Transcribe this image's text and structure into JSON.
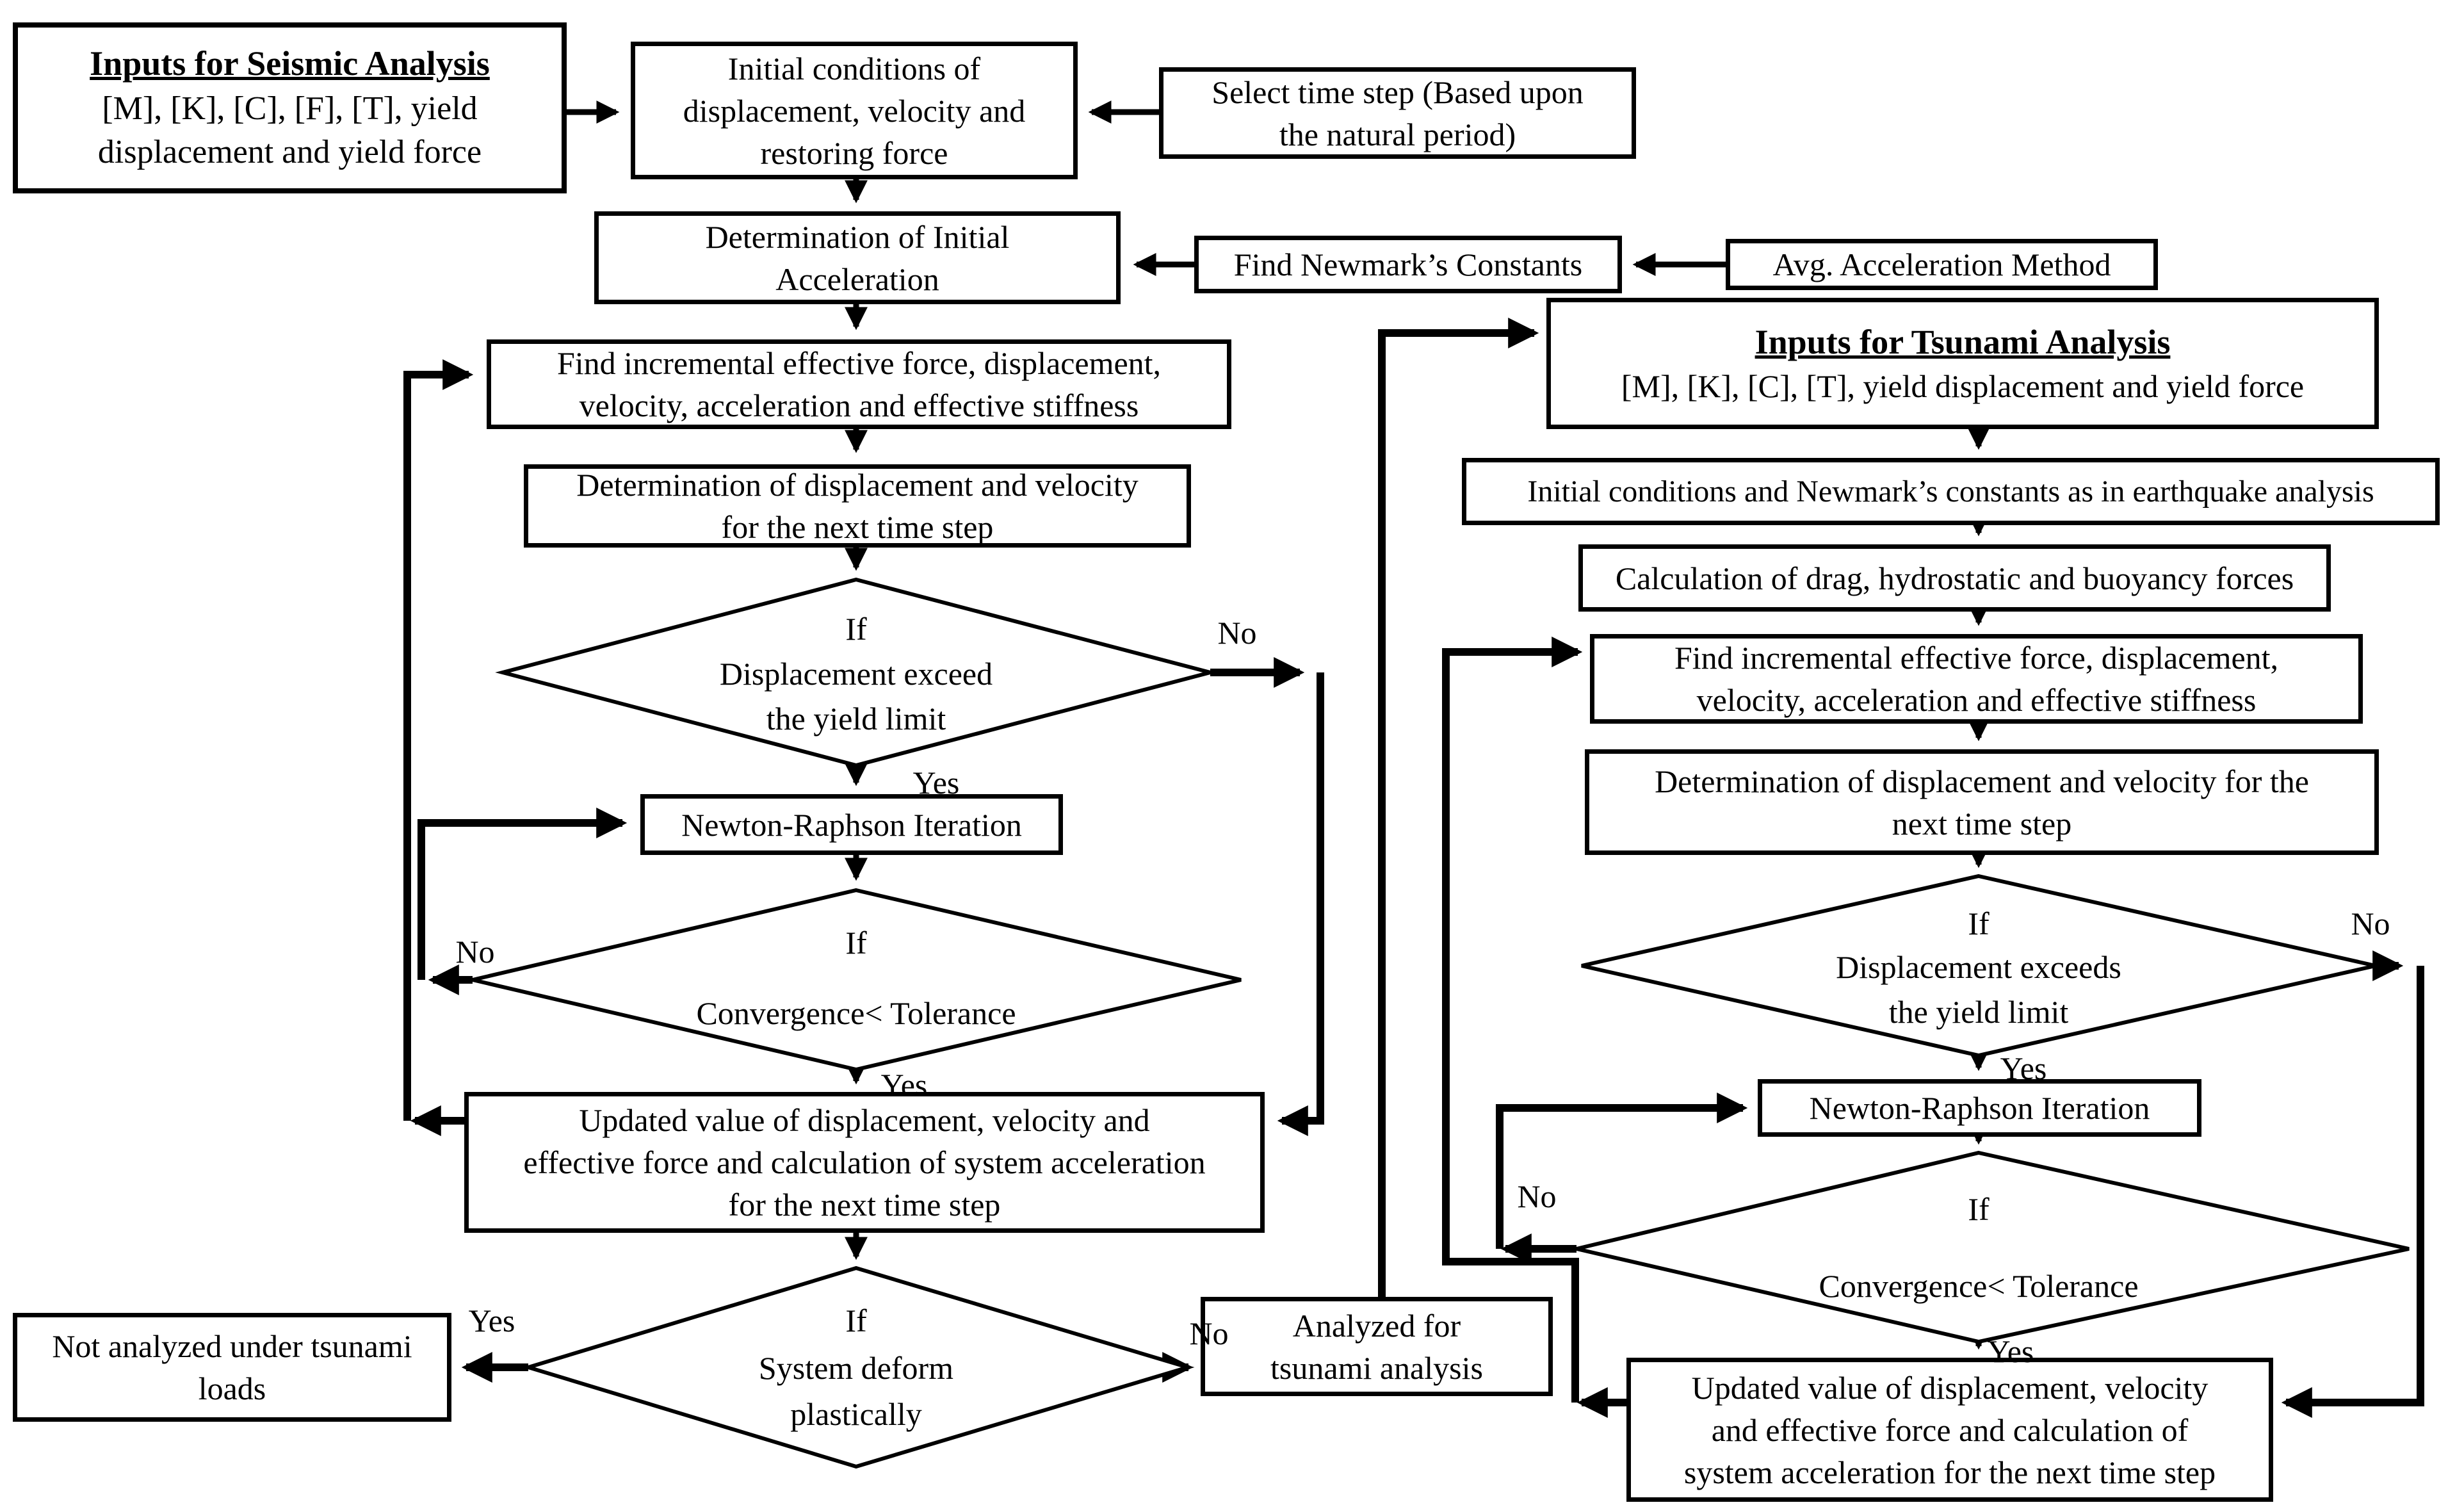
{
  "seismic": {
    "inputs": {
      "title": "Inputs for Seismic Analysis",
      "lines": [
        "[M], [K], [C], [F], [T], yield",
        "displacement  and yield force"
      ]
    },
    "initial_conditions": {
      "lines": [
        "Initial conditions of",
        "displacement, velocity and",
        "restoring force"
      ]
    },
    "select_time_step": {
      "lines": [
        "Select time step (Based upon",
        "the natural period)"
      ]
    },
    "initial_acceleration": {
      "lines": [
        "Determination of Initial",
        "Acceleration"
      ]
    },
    "newmark_constants": {
      "lines": [
        "Find Newmark’s Constants"
      ]
    },
    "avg_acceleration_method": {
      "lines": [
        "Avg. Acceleration Method"
      ]
    },
    "incremental_force": {
      "lines": [
        "Find incremental effective force, displacement,",
        "velocity, acceleration and effective stiffness"
      ]
    },
    "displacement_velocity_next_step": {
      "lines": [
        "Determination of displacement and velocity",
        "for the next time step"
      ]
    },
    "yield_check": {
      "lines": [
        "If",
        "Displacement exceed",
        "the yield limit"
      ],
      "yes": "Yes",
      "no": "No"
    },
    "newton_raphson": {
      "lines": [
        "Newton-Raphson Iteration"
      ]
    },
    "convergence_check": {
      "lines": [
        "If",
        "Convergence< Tolerance"
      ],
      "yes": "Yes",
      "no": "No"
    },
    "updated_values": {
      "lines": [
        "Updated value of displacement, velocity and",
        "effective force and calculation of system acceleration",
        "for the next time step"
      ]
    },
    "plastic_deform_check": {
      "lines": [
        "If",
        "System deform",
        "plastically"
      ],
      "yes": "Yes",
      "no": "No"
    },
    "not_analyzed": {
      "lines": [
        "Not analyzed under tsunami",
        "loads"
      ]
    },
    "analyzed_for_tsunami": {
      "lines": [
        "Analyzed for",
        "tsunami analysis"
      ]
    }
  },
  "tsunami": {
    "inputs": {
      "title": "Inputs for Tsunami Analysis",
      "lines": [
        "[M], [K], [C], [T], yield displacement and yield force"
      ]
    },
    "initial_conditions": {
      "lines": [
        "Initial conditions and Newmark’s constants as in earthquake analysis"
      ]
    },
    "force_calculation": {
      "lines": [
        "Calculation of drag, hydrostatic and buoyancy forces"
      ]
    },
    "incremental_force": {
      "lines": [
        "Find incremental effective force, displacement,",
        "velocity, acceleration and effective stiffness"
      ]
    },
    "displacement_velocity_next_step": {
      "lines": [
        "Determination of displacement and velocity for the",
        "next time step"
      ]
    },
    "yield_check": {
      "lines": [
        "If",
        "Displacement exceeds",
        "the yield limit"
      ],
      "yes": "Yes",
      "no": "No"
    },
    "newton_raphson": {
      "lines": [
        "Newton-Raphson Iteration"
      ]
    },
    "convergence_check": {
      "lines": [
        "If",
        "Convergence< Tolerance"
      ],
      "yes": "Yes",
      "no": "No"
    },
    "updated_values": {
      "lines": [
        "Updated value of displacement, velocity",
        "and effective force and calculation of",
        "system acceleration for the next time step"
      ]
    }
  }
}
